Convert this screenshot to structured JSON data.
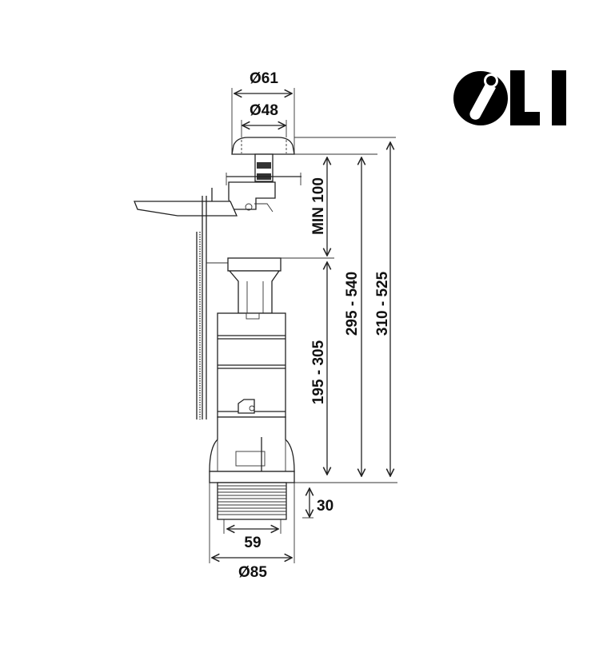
{
  "brand": {
    "logo_text": "OLI"
  },
  "dimensions": {
    "top_outer_diameter": "Ø61",
    "top_inner_diameter": "Ø48",
    "min_clearance": "MIN 100",
    "valve_height": "195 - 305",
    "overall_height_a": "295 - 540",
    "overall_height_b": "310 - 525",
    "thread_length": "30",
    "thread_diameter": "59",
    "base_diameter": "Ø85"
  },
  "colors": {
    "line": "#222222",
    "background": "#ffffff"
  }
}
